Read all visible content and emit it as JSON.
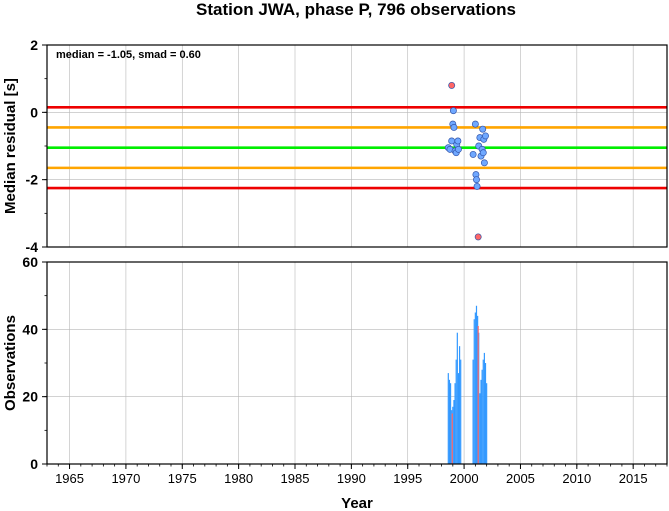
{
  "chart_data": [
    {
      "type": "scatter",
      "title": "Station JWA, phase P, 796 observations",
      "annotation": "median = -1.05, smad = 0.60",
      "ylabel": "Median residual [s]",
      "xlim": [
        1963,
        2018
      ],
      "ylim": [
        -4,
        2
      ],
      "yticks": [
        "-4",
        "-2",
        "0",
        "2"
      ],
      "grid": true,
      "reference_lines": [
        {
          "y": 0.15,
          "color": "#ee0000"
        },
        {
          "y": -0.45,
          "color": "#ffa500"
        },
        {
          "y": -1.05,
          "color": "#00ee00"
        },
        {
          "y": -1.65,
          "color": "#ffa500"
        },
        {
          "y": -2.25,
          "color": "#ee0000"
        }
      ],
      "series": [
        {
          "color": "#6fa8ff",
          "points": [
            {
              "x": 1998.6,
              "y": -1.05
            },
            {
              "x": 1998.75,
              "y": -1.1
            },
            {
              "x": 1998.9,
              "y": -0.85
            },
            {
              "x": 1999.0,
              "y": -0.35
            },
            {
              "x": 1999.05,
              "y": 0.05
            },
            {
              "x": 1999.1,
              "y": -0.45
            },
            {
              "x": 1999.2,
              "y": -1.15
            },
            {
              "x": 1999.3,
              "y": -1.2
            },
            {
              "x": 1999.35,
              "y": -0.95
            },
            {
              "x": 1999.45,
              "y": -0.85
            },
            {
              "x": 1999.5,
              "y": -1.1
            },
            {
              "x": 2000.8,
              "y": -1.25
            },
            {
              "x": 2001.0,
              "y": -0.35
            },
            {
              "x": 2001.05,
              "y": -1.85
            },
            {
              "x": 2001.1,
              "y": -2.0
            },
            {
              "x": 2001.15,
              "y": -2.2
            },
            {
              "x": 2001.3,
              "y": -1.0
            },
            {
              "x": 2001.4,
              "y": -0.75
            },
            {
              "x": 2001.5,
              "y": -1.3
            },
            {
              "x": 2001.6,
              "y": -1.1
            },
            {
              "x": 2001.65,
              "y": -0.5
            },
            {
              "x": 2001.7,
              "y": -1.2
            },
            {
              "x": 2001.75,
              "y": -0.8
            },
            {
              "x": 2001.8,
              "y": -1.5
            },
            {
              "x": 2001.9,
              "y": -0.7
            }
          ]
        },
        {
          "color": "#ff6666",
          "points": [
            {
              "x": 1998.9,
              "y": 0.8
            },
            {
              "x": 2001.25,
              "y": -3.7
            }
          ]
        }
      ]
    },
    {
      "type": "bar",
      "xlabel": "Year",
      "ylabel": "Observations",
      "xlim": [
        1963,
        2018
      ],
      "ylim": [
        0,
        60
      ],
      "xticks": [
        "1965",
        "1970",
        "1975",
        "1980",
        "1985",
        "1990",
        "1995",
        "2000",
        "2005",
        "2010",
        "2015"
      ],
      "yticks": [
        "0",
        "20",
        "40",
        "60"
      ],
      "grid": true,
      "series": [
        {
          "color": "#3399ff",
          "x": [
            1998.6,
            1998.7,
            1998.8,
            1998.9,
            1999.0,
            1999.1,
            1999.2,
            1999.3,
            1999.4,
            1999.5,
            1999.6,
            1999.7,
            2000.8,
            2000.9,
            2001.0,
            2001.1,
            2001.2,
            2001.3,
            2001.4,
            2001.5,
            2001.6,
            2001.7,
            2001.8,
            2001.9,
            2002.0
          ],
          "values": [
            27,
            25,
            24,
            16,
            17,
            19,
            24,
            31,
            39,
            27,
            35,
            31,
            31,
            43,
            45,
            47,
            44,
            39,
            21,
            25,
            28,
            31,
            33,
            30,
            24
          ]
        },
        {
          "color": "#ff6666",
          "x": [
            1998.95,
            2001.25
          ],
          "values": [
            15,
            41
          ]
        }
      ]
    }
  ]
}
